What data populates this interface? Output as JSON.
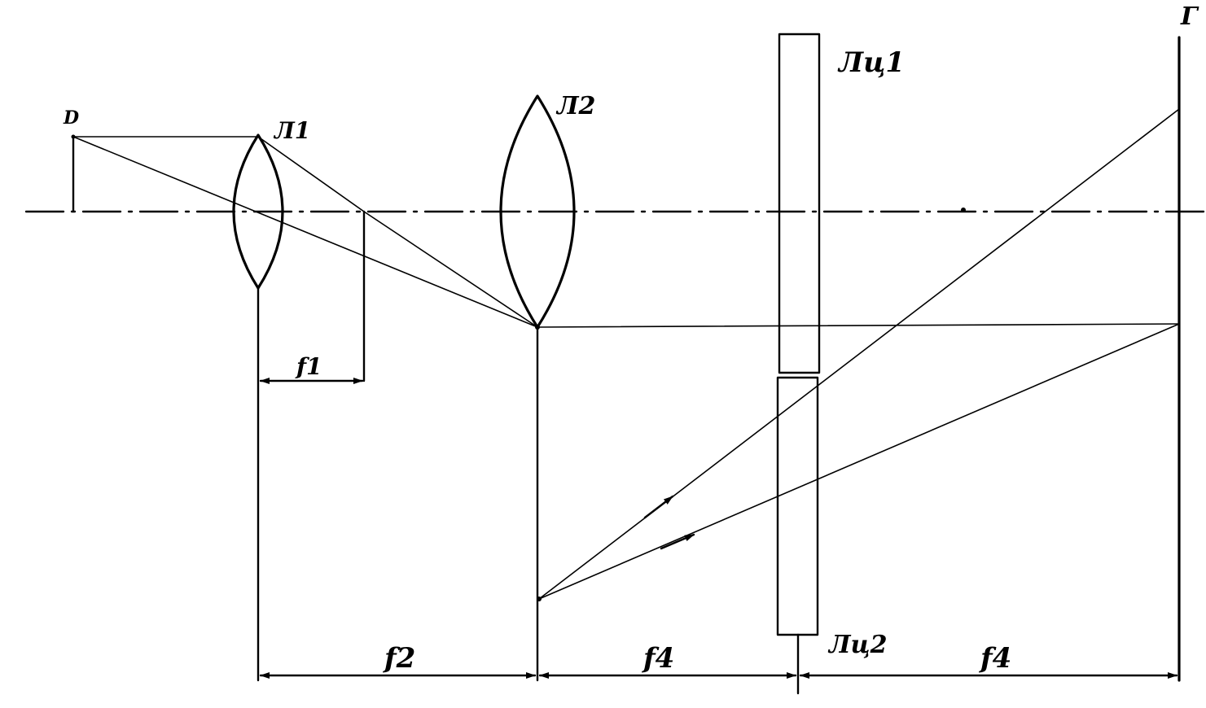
{
  "labels": {
    "object": "D",
    "lens1": "Л1",
    "lens2": "Л2",
    "lc1": "Лц1",
    "lc2": "Лц2",
    "screen": "Г",
    "f1": "f1",
    "f2": "f2",
    "f4_left": "f4",
    "f4_right": "f4"
  },
  "colors": {
    "ink": "#000000",
    "paper": "#ffffff"
  }
}
